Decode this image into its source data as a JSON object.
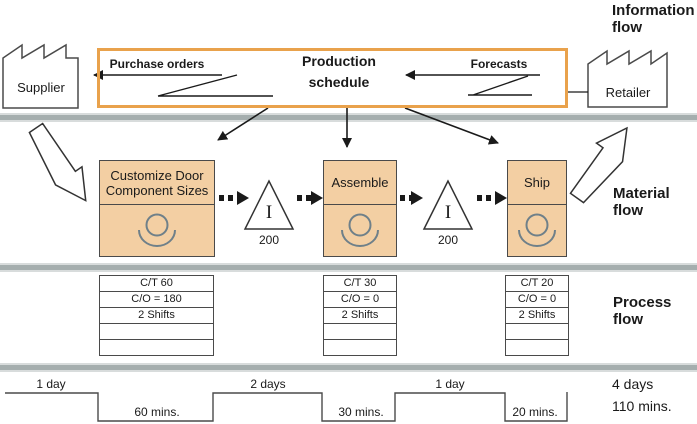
{
  "colors": {
    "accent_orange": "#E9A24C",
    "process_fill": "#F3CFA3",
    "divider_gray": "#A5AEAE",
    "operator_gray": "#6F8089"
  },
  "section_labels": {
    "information_flow": "Information flow",
    "material_flow": "Material flow",
    "process_flow": "Process flow"
  },
  "entities": {
    "supplier": "Supplier",
    "retailer": "Retailer"
  },
  "information_flow": {
    "purchase_orders_label": "Purchase orders",
    "forecasts_label": "Forecasts",
    "production_schedule_label": "Production schedule"
  },
  "processes": [
    {
      "name": "Customize Door Component Sizes",
      "data_box": [
        "C/T 60",
        "C/O = 180",
        "2 Shifts",
        "",
        ""
      ]
    },
    {
      "name": "Assemble",
      "data_box": [
        "C/T 30",
        "C/O = 0",
        "2 Shifts",
        "",
        ""
      ]
    },
    {
      "name": "Ship",
      "data_box": [
        "C/T 20",
        "C/O = 0",
        "2 Shifts",
        "",
        ""
      ]
    }
  ],
  "inventory": [
    {
      "symbol": "I",
      "quantity": "200"
    },
    {
      "symbol": "I",
      "quantity": "200"
    }
  ],
  "timeline": {
    "segments": [
      {
        "label": "1 day"
      },
      {
        "label": "60 mins."
      },
      {
        "label": "2 days"
      },
      {
        "label": "30 mins."
      },
      {
        "label": "1 day"
      },
      {
        "label": "20 mins."
      }
    ],
    "total_days": "4 days",
    "total_minutes": "110 mins."
  }
}
